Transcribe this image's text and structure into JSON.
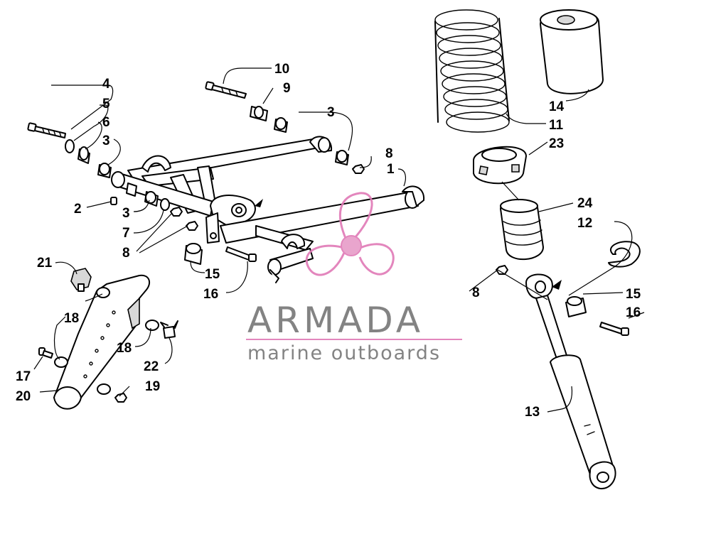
{
  "brand": {
    "name": "ARMADA",
    "tagline": "marine outboards",
    "colors": {
      "accent": "#e07ab6",
      "text": "#767676"
    },
    "icon": "propeller-icon"
  },
  "callouts": [
    {
      "id": "c1",
      "label": "1"
    },
    {
      "id": "c2",
      "label": "2"
    },
    {
      "id": "c3a",
      "label": "3"
    },
    {
      "id": "c3b",
      "label": "3"
    },
    {
      "id": "c3c",
      "label": "3"
    },
    {
      "id": "c4",
      "label": "4"
    },
    {
      "id": "c5",
      "label": "5"
    },
    {
      "id": "c6",
      "label": "6"
    },
    {
      "id": "c7",
      "label": "7"
    },
    {
      "id": "c8a",
      "label": "8"
    },
    {
      "id": "c8b",
      "label": "8"
    },
    {
      "id": "c8c",
      "label": "8"
    },
    {
      "id": "c9",
      "label": "9"
    },
    {
      "id": "c10",
      "label": "10"
    },
    {
      "id": "c11",
      "label": "11"
    },
    {
      "id": "c12",
      "label": "12"
    },
    {
      "id": "c13",
      "label": "13"
    },
    {
      "id": "c14",
      "label": "14"
    },
    {
      "id": "c15a",
      "label": "15"
    },
    {
      "id": "c15b",
      "label": "15"
    },
    {
      "id": "c16a",
      "label": "16"
    },
    {
      "id": "c16b",
      "label": "16"
    },
    {
      "id": "c17",
      "label": "17"
    },
    {
      "id": "c18a",
      "label": "18"
    },
    {
      "id": "c18b",
      "label": "18"
    },
    {
      "id": "c19",
      "label": "19"
    },
    {
      "id": "c20",
      "label": "20"
    },
    {
      "id": "c21",
      "label": "21"
    },
    {
      "id": "c22",
      "label": "22"
    },
    {
      "id": "c23",
      "label": "23"
    },
    {
      "id": "c24",
      "label": "24"
    }
  ]
}
